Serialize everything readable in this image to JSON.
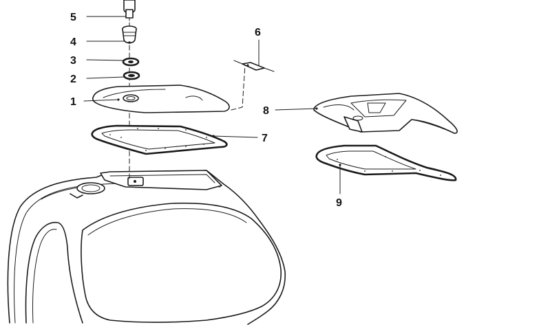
{
  "callouts": {
    "c1": "1",
    "c2": "2",
    "c3": "3",
    "c4": "4",
    "c5": "5",
    "c6": "6",
    "c7": "7",
    "c8": "8",
    "c9": "9"
  },
  "colors": {
    "ink": "#1a1a1a",
    "background": "#ffffff"
  }
}
